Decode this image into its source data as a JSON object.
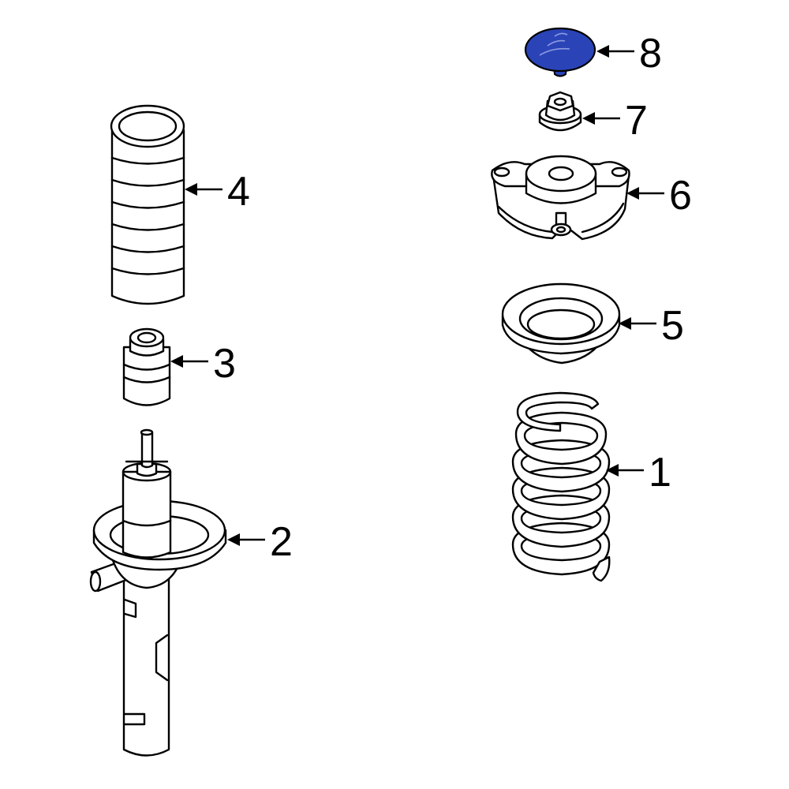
{
  "highlight_color": "#2a44b8",
  "callouts": [
    {
      "id": "1",
      "label": "1"
    },
    {
      "id": "2",
      "label": "2"
    },
    {
      "id": "3",
      "label": "3"
    },
    {
      "id": "4",
      "label": "4"
    },
    {
      "id": "5",
      "label": "5"
    },
    {
      "id": "6",
      "label": "6"
    },
    {
      "id": "7",
      "label": "7"
    },
    {
      "id": "8",
      "label": "8"
    }
  ],
  "highlighted_part": "8"
}
